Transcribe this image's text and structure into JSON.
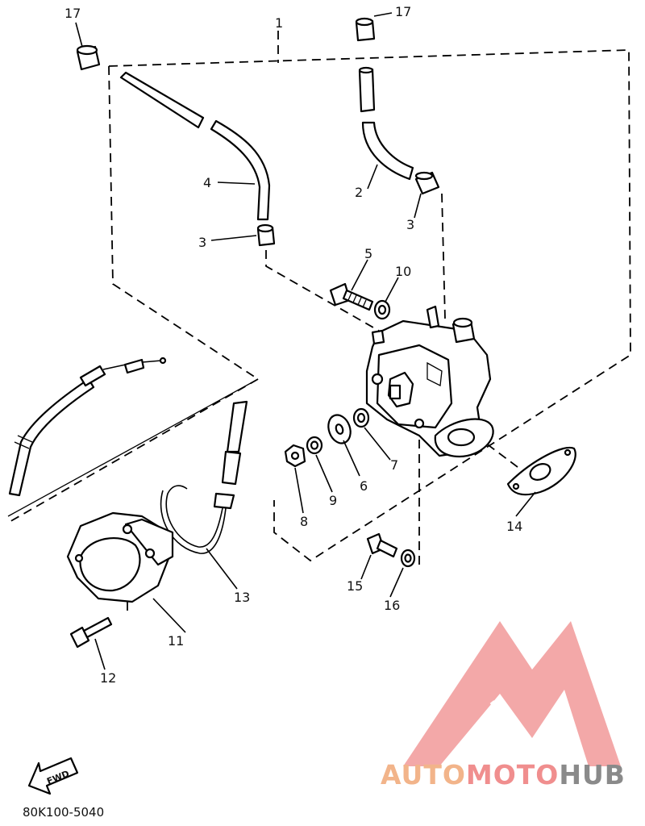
{
  "diagram": {
    "part_labels": {
      "p1": "1",
      "p2": "2",
      "p3a": "3",
      "p3b": "3",
      "p4": "4",
      "p5": "5",
      "p6": "6",
      "p7": "7",
      "p8": "8",
      "p9": "9",
      "p10": "10",
      "p11": "11",
      "p12": "12",
      "p13": "13",
      "p14": "14",
      "p15": "15",
      "p16": "16",
      "p17a": "17",
      "p17b": "17"
    },
    "fwd_label": "FWD",
    "diagram_code": "80K100-5040"
  },
  "watermark": {
    "brand_parts": [
      "AUTO",
      "MOTO",
      "HUB"
    ],
    "colors": {
      "auto": "#f2b48a",
      "moto": "#f08e8e",
      "hub": "#8a8a8a",
      "logo": "#f29a9a"
    }
  }
}
